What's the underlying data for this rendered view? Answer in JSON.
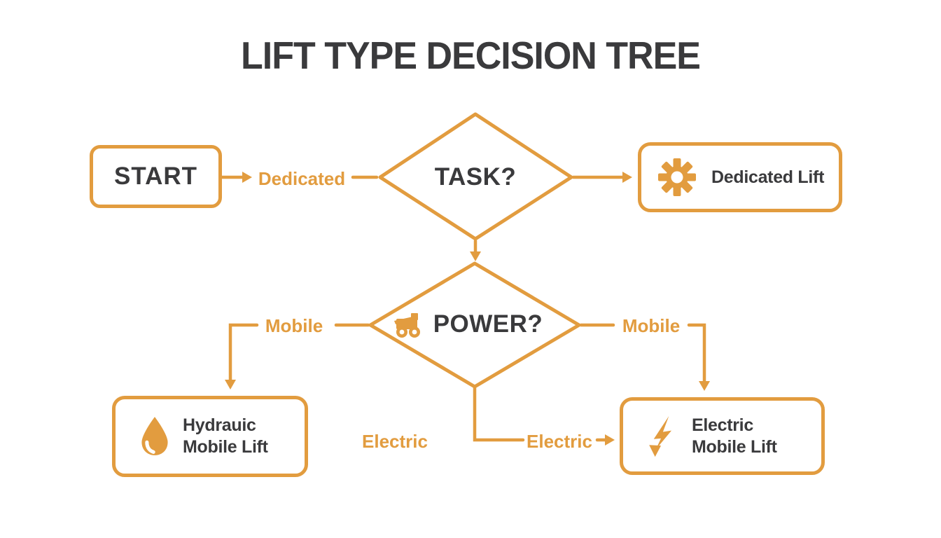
{
  "title": "LIFT TYPE DECISION TREE",
  "colors": {
    "accent": "#E29C3F",
    "ink": "#3A3A3C",
    "background": "#FFFFFF"
  },
  "nodes": {
    "start": {
      "label": "START"
    },
    "task": {
      "label": "TASK?"
    },
    "power": {
      "label": "POWER?",
      "icon": "cart-icon"
    },
    "dedicated_lift": {
      "label": "Dedicated Lift",
      "icon": "gear-icon"
    },
    "hydraulic_lift": {
      "line1": "Hydrauic",
      "line2": "Mobile Lift",
      "icon": "droplet-icon"
    },
    "electric_lift": {
      "line1": "Electric",
      "line2": "Mobile Lift",
      "icon": "lightning-icon"
    }
  },
  "edge_labels": {
    "dedicated": "Dedicated",
    "mobile_left": "Mobile",
    "mobile_right": "Mobile",
    "electric_floating": "Electric",
    "electric_inline": "Electric"
  }
}
